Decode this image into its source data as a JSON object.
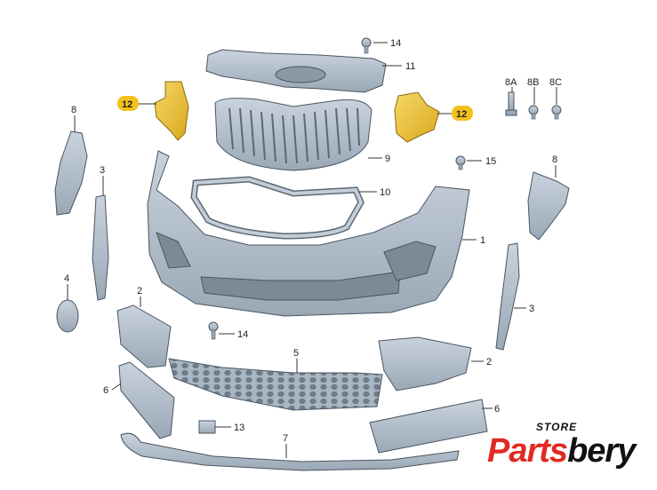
{
  "callouts": {
    "bumper": "1",
    "bracket_left": "2",
    "bracket_right": "2",
    "strip_left": "3",
    "strip_right": "3",
    "tow_cap": "4",
    "lower_grille": "5",
    "trim_left": "6",
    "trim_right": "6",
    "spoiler": "7",
    "side_bracket_left": "8",
    "side_bracket_right": "8",
    "screw_8a": "8A",
    "screw_8b": "8B",
    "screw_8c": "8C",
    "grille": "9",
    "grille_frame": "10",
    "crossmember": "11",
    "guide_left": "12",
    "guide_right": "12",
    "clip": "13",
    "bolt_top": "14",
    "bolt_lower": "14",
    "screw_15": "15"
  },
  "brand": {
    "store": "STORE",
    "name_red": "Parts",
    "name_black": "bery"
  },
  "colors": {
    "part_fill": "#b9c5d2",
    "highlight": "#f0c43a",
    "callout_bg": "#f3c11c",
    "brand_red": "#e02a22"
  }
}
